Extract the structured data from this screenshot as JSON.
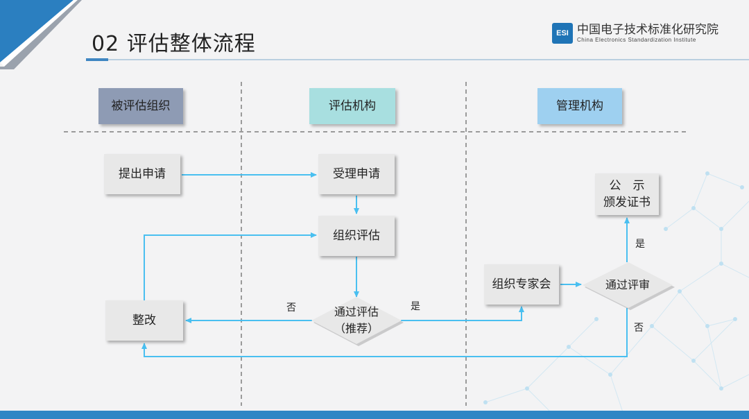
{
  "header": {
    "title": "02 评估整体流程",
    "logo_mark": "ESI",
    "logo_cn": "中国电子技术标准化研究院",
    "logo_en": "China Electronics Standardization Institute"
  },
  "lanes": [
    {
      "label": "被评估组织",
      "color": "#8e9bb4"
    },
    {
      "label": "评估机构",
      "color": "#a8dfe0"
    },
    {
      "label": "管理机构",
      "color": "#9ed0f0"
    }
  ],
  "nodes": {
    "submit": "提出申请",
    "accept": "受理申请",
    "organize": "组织评估",
    "pass_eval_line1": "通过评估",
    "pass_eval_line2": "（推荐）",
    "rectify": "整改",
    "expert": "组织专家会",
    "pass_review": "通过评审",
    "publish_line1": "公　示",
    "publish_line2": "颁发证书"
  },
  "edges": {
    "no_eval": "否",
    "yes_eval": "是",
    "yes_review": "是",
    "no_review": "否"
  },
  "colors": {
    "arrow": "#49bff0",
    "accent": "#2f86c5",
    "box": "#e8e8e8"
  }
}
